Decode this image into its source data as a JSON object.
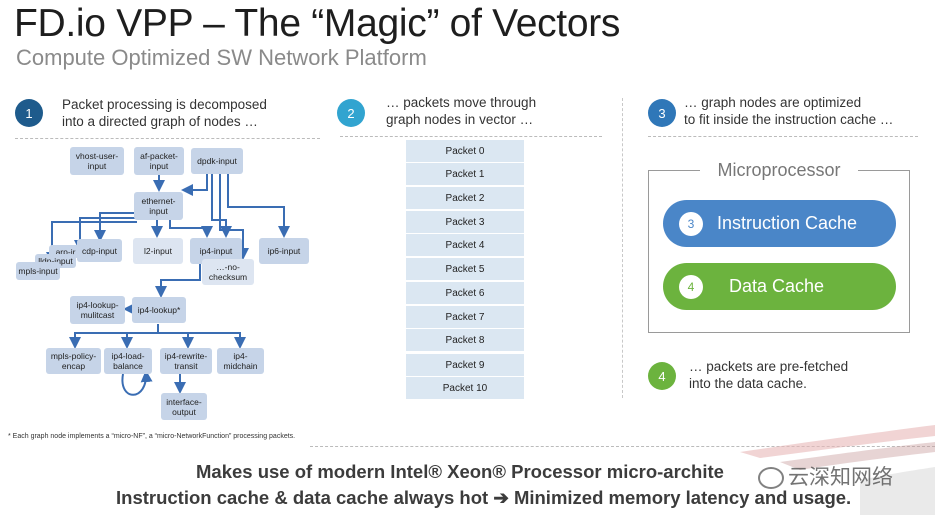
{
  "title": "FD.io VPP – The “Magic” of Vectors",
  "subtitle": "Compute Optimized SW Network Platform",
  "sections": [
    {
      "num": "1",
      "line1": "Packet processing is decomposed",
      "line2": "into a directed graph of nodes …"
    },
    {
      "num": "2",
      "line1": "… packets move through",
      "line2": "graph nodes in vector …"
    },
    {
      "num": "3",
      "line1": "… graph nodes are optimized",
      "line2": "to fit inside the instruction cache …"
    },
    {
      "num": "4",
      "line1": "… packets are pre-fetched",
      "line2": "into the data cache."
    }
  ],
  "graph_nodes": {
    "vhost_user_input": "vhost-user-\ninput",
    "af_packet_input": "af-packet-\ninput",
    "dpdk_input": "dpdk-input",
    "ethernet_input": "ethernet-\ninput",
    "arp_input": "arp-ir",
    "lldp_input": "lldp-input",
    "mpls_input": "mpls-input",
    "cdp_input": "cdp-input",
    "l2_input": "l2-input",
    "ip4_input": "ip4-input",
    "ip4_input_no_checksum": "…-no-\nchecksum",
    "ip6_input": "ip6-input",
    "ip4_lookup_mulitcast": "ip4-lookup-\nmulitcast",
    "ip4_lookup": "ip4-lookup*",
    "mpls_policy_encap": "mpls-policy-\nencap",
    "ip4_load_balance": "ip4-load-\nbalance",
    "ip4_rewrite_transit": "ip4-rewrite-\ntransit",
    "ip4_midchain": "ip4-\nmidchain",
    "interface_output": "interface-\noutput"
  },
  "packets": [
    "Packet 0",
    "Packet 1",
    "Packet 2",
    "Packet 3",
    "Packet 4",
    "Packet 5",
    "Packet 6",
    "Packet 7",
    "Packet 8",
    "Packet 9",
    "Packet 10"
  ],
  "microprocessor": {
    "label": "Microprocessor",
    "instruction_cache": {
      "num": "3",
      "label": "Instruction Cache",
      "color": "#4a86c8"
    },
    "data_cache": {
      "num": "4",
      "label": "Data Cache",
      "color": "#6cb33e"
    }
  },
  "footnote": "* Each graph node implements a “micro-NF”, a “micro-NetworkFunction” processing packets.",
  "bottom": {
    "line1": "Makes use of modern Intel® Xeon® Processor micro-archite",
    "line2": "Instruction cache & data cache always hot ➔ Minimized memory latency and usage."
  },
  "watermark": "云深知网络",
  "colors": {
    "blue_dark": "#1e5b8c",
    "blue_light": "#31a4d0",
    "blue_mid": "#2f77b8",
    "green": "#6cb33e",
    "arrow": "#3a6db3"
  }
}
